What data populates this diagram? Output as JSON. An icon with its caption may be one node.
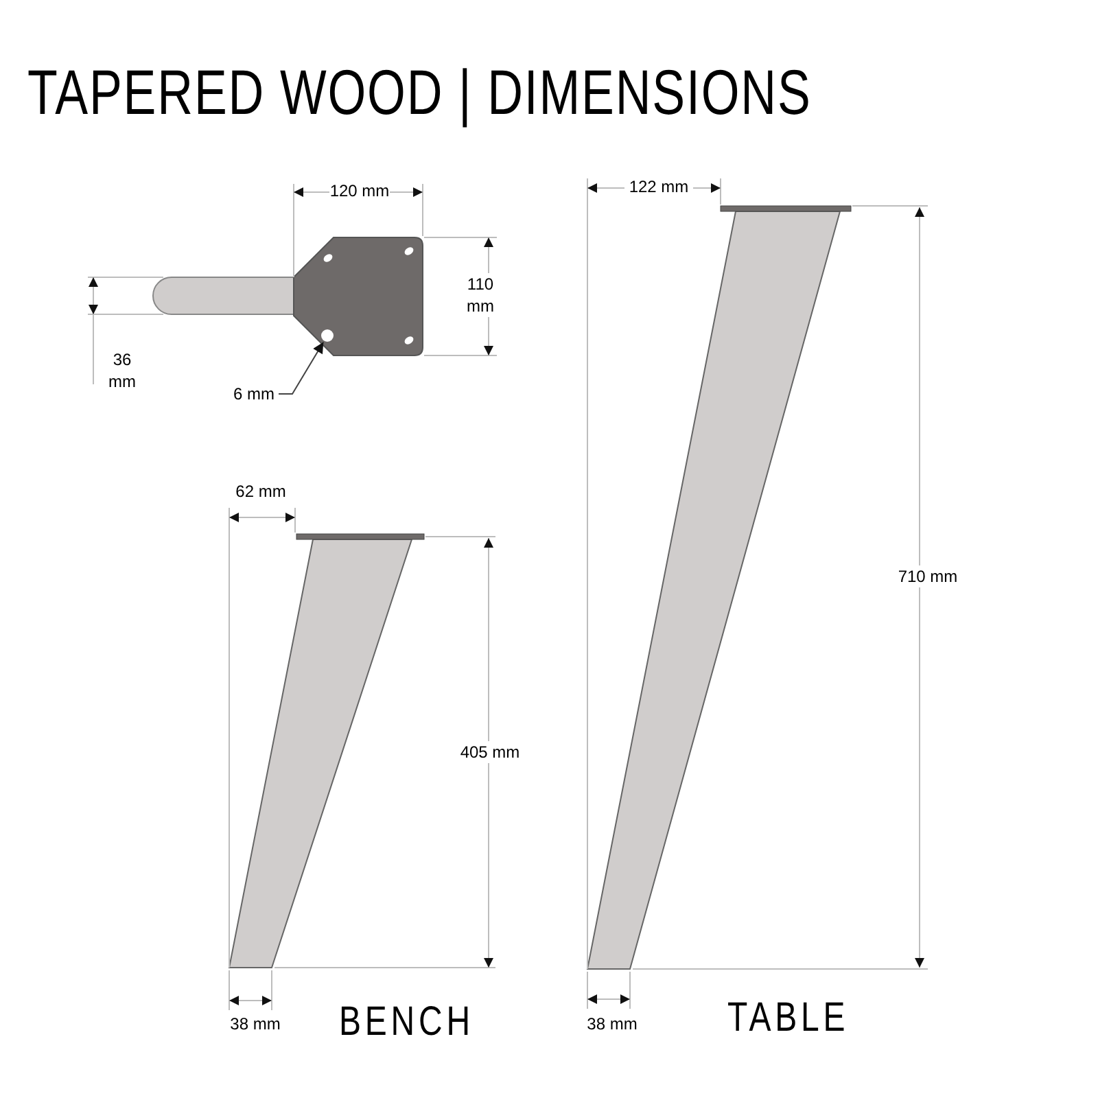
{
  "diagram": {
    "title": "TAPERED WOOD | DIMENSIONS",
    "nodes": [
      {
        "text": [
          "6 mm"
        ]
      },
      {
        "text": [],
        "shape": "circle"
      }
    ],
    "edges": [
      {
        "from": 0,
        "to": 1,
        "arrow": "to"
      }
    ],
    "labels": [
      "120 mm",
      "110 mm",
      "36 mm",
      "122 mm",
      "62 mm",
      "405 mm",
      "710 mm",
      "38 mm",
      "BENCH",
      "38 mm",
      "TABLE"
    ]
  }
}
